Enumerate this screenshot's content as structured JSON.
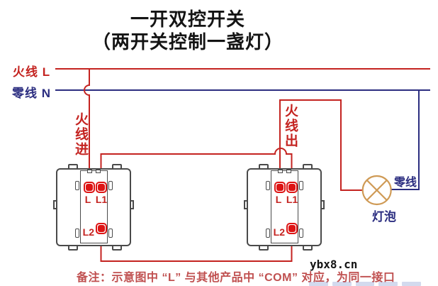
{
  "title": {
    "line1": "一开双控开关",
    "line2": "（两开关控制一盏灯）"
  },
  "bus": {
    "live_label": "火线 L",
    "neutral_label": "零线 N"
  },
  "annotations": {
    "live_in": "火线进",
    "live_out": "火线出",
    "neutral_tag": "零线",
    "lamp_label": "灯泡"
  },
  "switches": [
    {
      "terminals": {
        "l": "L",
        "l1": "L1",
        "l2": "L2"
      }
    },
    {
      "terminals": {
        "l": "L",
        "l1": "L1",
        "l2": "L2"
      }
    }
  ],
  "note": "备注：示意图中 “L” 与其他产品中 “COM” 对应，为同一接口",
  "watermark": "ybx8.cn",
  "colors": {
    "live": "#c42320",
    "neutral": "#2b2d80",
    "lamp": "#cf9a55",
    "terminal": "#dd1414",
    "outline": "#4a4a4a",
    "note": "#c05050",
    "ink": "#141414"
  }
}
